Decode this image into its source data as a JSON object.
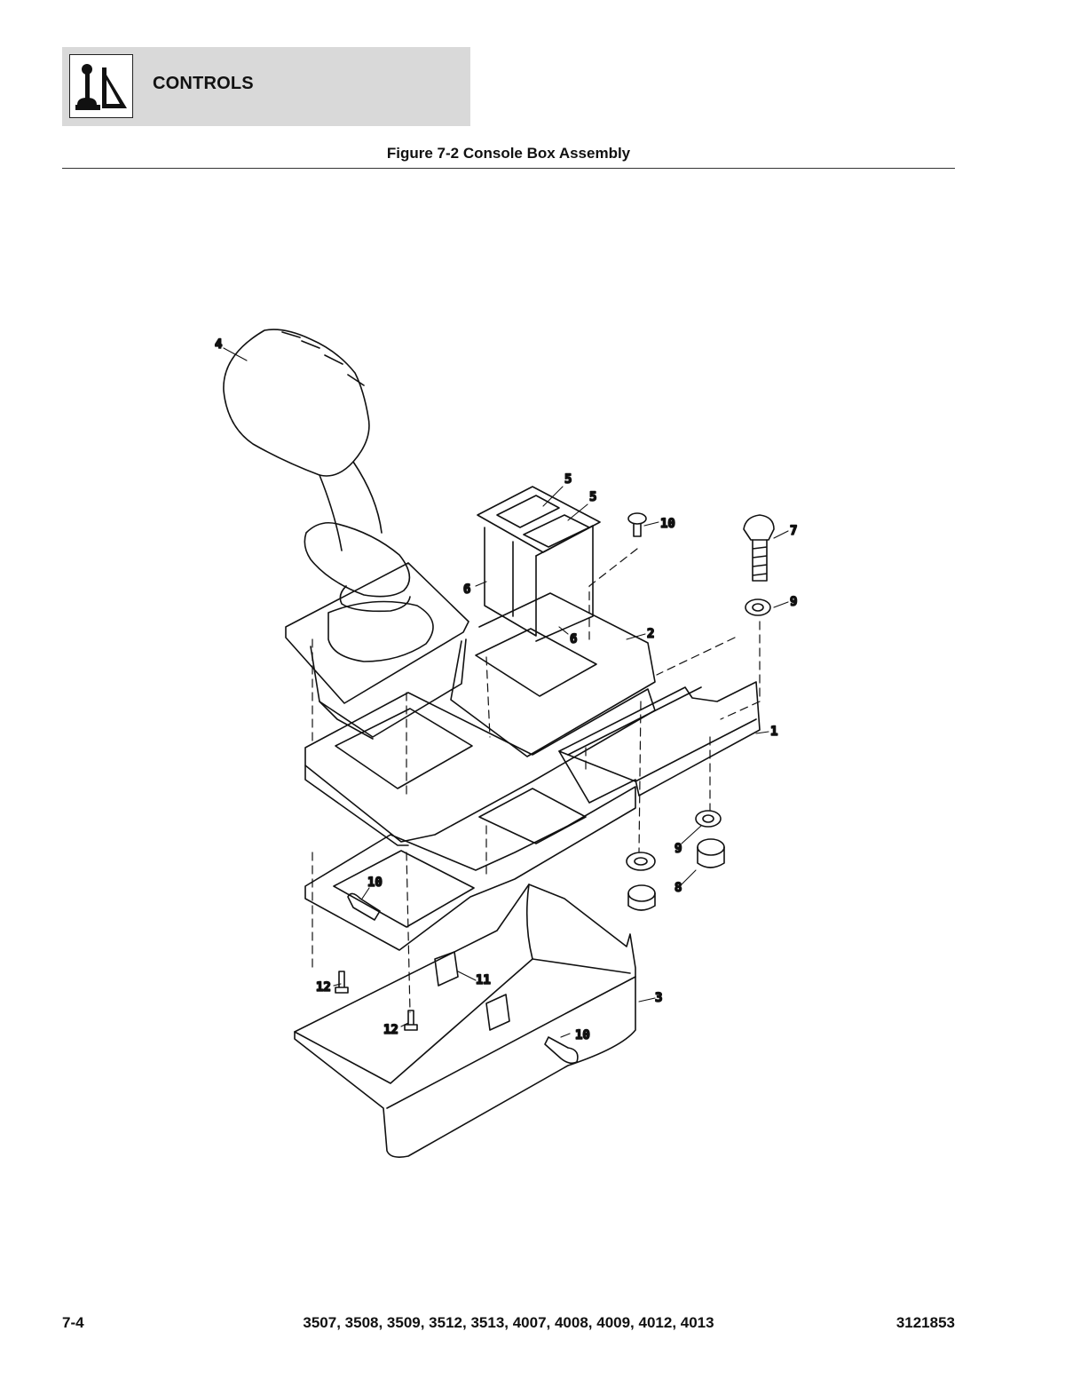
{
  "header": {
    "section_title": "CONTROLS",
    "logo_icon": "joystick-control-icon"
  },
  "figure": {
    "title": "Figure 7-2 Console Box Assembly",
    "callouts": {
      "c1": "1",
      "c2": "2",
      "c3": "3",
      "c4": "4",
      "c5a": "5",
      "c5b": "5",
      "c6a": "6",
      "c6b": "6",
      "c7": "7",
      "c8": "8",
      "c9a": "9",
      "c9b": "9",
      "c10a": "10",
      "c10b": "10",
      "c10c": "10",
      "c11": "11",
      "c12a": "12",
      "c12b": "12"
    }
  },
  "footer": {
    "page_number": "7-4",
    "models": "3507, 3508, 3509, 3512, 3513, 4007, 4008, 4009, 4012, 4013",
    "doc_number": "3121853"
  }
}
